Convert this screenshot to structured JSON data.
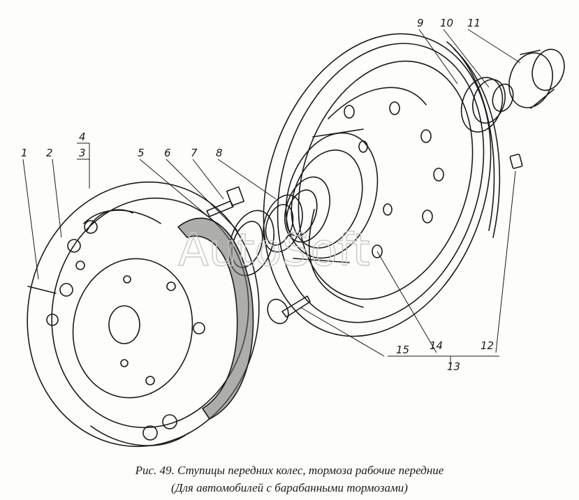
{
  "watermark": "AutoSoft",
  "caption": {
    "line1": "Рис. 49. Ступицы передних колес, тормоза рабочие передние",
    "line2": "(Для автомобилей с барабанными тормозами)"
  },
  "callouts": [
    "1",
    "2",
    "3",
    "4",
    "5",
    "6",
    "7",
    "8",
    "9",
    "10",
    "11",
    "12",
    "13",
    "14",
    "15"
  ]
}
